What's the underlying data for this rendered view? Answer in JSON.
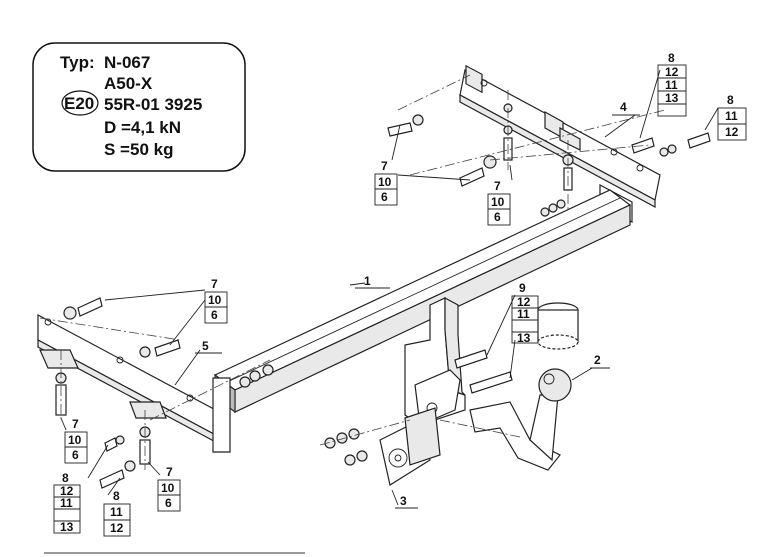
{
  "spec": {
    "typ_label": "Typ:",
    "typ_value": "N-067",
    "model": "A50-X",
    "mark": "E20",
    "approval": "55R-01 3925",
    "d_value": "D =4,1 kN",
    "s_value": "S =50 kg"
  },
  "callouts": {
    "top_stack": [
      "8",
      "12",
      "11",
      "13"
    ],
    "right_stack": [
      "8",
      "11",
      "12"
    ],
    "part4": "4",
    "top_left_stack": [
      "7",
      "10",
      "6"
    ],
    "top_mid_stack": [
      "7",
      "10",
      "6"
    ],
    "part1": "1",
    "left_top_stack": [
      "7",
      "10",
      "6"
    ],
    "part5": "5",
    "left_bottom_stack": [
      "7",
      "10",
      "6"
    ],
    "bottom_left_stack": [
      "8",
      "12",
      "11",
      "13"
    ],
    "bottom_mid_stack": [
      "8",
      "11",
      "12"
    ],
    "bottom_right_stack": [
      "7",
      "10",
      "6"
    ],
    "center_stack": [
      "9",
      "12",
      "11",
      "13"
    ],
    "part2": "2",
    "part3": "3"
  }
}
